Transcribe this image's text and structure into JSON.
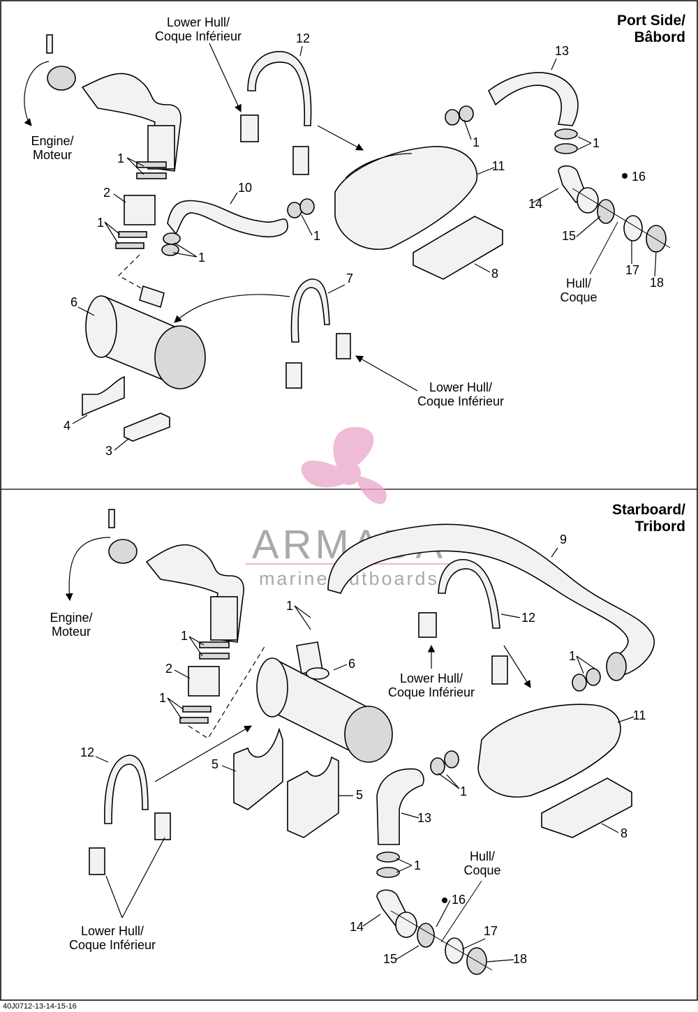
{
  "diagram": {
    "reference_code": "40J0712-13-14-15-16",
    "watermark": {
      "brand": "ARMADA",
      "tagline": "marine outboards",
      "color": "#e9a6c8"
    },
    "port": {
      "title_line1": "Port Side/",
      "title_line2": "Bâbord",
      "labels": {
        "lower_hull_top_1": "Lower Hull/",
        "lower_hull_top_2": "Coque Inférieur",
        "engine_1": "Engine/",
        "engine_2": "Moteur",
        "hull_1": "Hull/",
        "hull_2": "Coque",
        "lower_hull_mid_1": "Lower Hull/",
        "lower_hull_mid_2": "Coque Inférieur"
      },
      "callouts": {
        "c12": "12",
        "c13": "13",
        "c1a": "1",
        "c1b": "1",
        "c11": "11",
        "c16": "16",
        "c14": "14",
        "c15": "15",
        "c17": "17",
        "c18": "18",
        "c10": "10",
        "c1c": "1",
        "c1d": "1",
        "c2": "2",
        "c1e": "1",
        "c1f": "1",
        "c8": "8",
        "c7": "7",
        "c6": "6",
        "c4": "4",
        "c3": "3"
      }
    },
    "starboard": {
      "title_line1": "Starboard/",
      "title_line2": "Tribord",
      "labels": {
        "engine_1": "Engine/",
        "engine_2": "Moteur",
        "lower_hull_mid_1": "Lower Hull/",
        "lower_hull_mid_2": "Coque Inférieur",
        "hull_1": "Hull/",
        "hull_2": "Coque",
        "lower_hull_bot_1": "Lower Hull/",
        "lower_hull_bot_2": "Coque Inférieur"
      },
      "callouts": {
        "c9": "9",
        "c1a": "1",
        "c12a": "12",
        "c1b": "1",
        "c6": "6",
        "c2": "2",
        "c1c": "1",
        "c11": "11",
        "c12b": "12",
        "c5a": "5",
        "c5b": "5",
        "c1d": "1",
        "c13": "13",
        "c1e": "1",
        "c16": "16",
        "c14": "14",
        "c17": "17",
        "c15": "15",
        "c18": "18"
      }
    }
  }
}
